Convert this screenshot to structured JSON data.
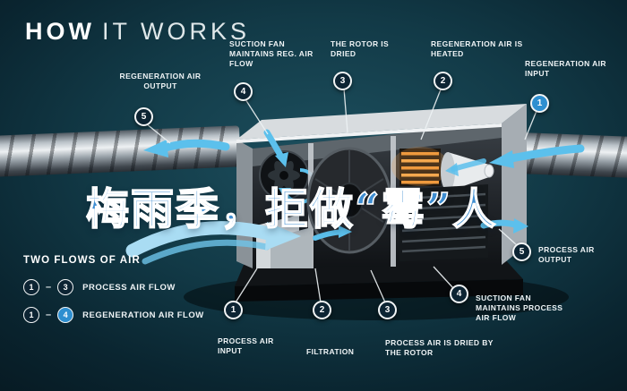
{
  "colors": {
    "background": "#0c2e39",
    "accent_cyan": "#5cc0ec",
    "circle_dark": "#0d2433",
    "circle_blue": "#2e8fd0",
    "heater_orange": "#ef9a3e",
    "watermark_blue": "#3f8ed2"
  },
  "title": {
    "bold": "HOW",
    "rest": "IT WORKS"
  },
  "watermark": {
    "text": "梅雨季，拒做“霉”人"
  },
  "callouts": {
    "reg5": {
      "num": "5",
      "label": "REGENERATION AIR OUTPUT"
    },
    "reg4": {
      "num": "4",
      "label": "SUCTION FAN MAINTAINS REG. AIR FLOW"
    },
    "reg3": {
      "num": "3",
      "label": "THE ROTOR IS DRIED"
    },
    "reg2": {
      "num": "2",
      "label": "REGENERATION AIR IS HEATED"
    },
    "reg1": {
      "num": "1",
      "label": "REGENERATION AIR INPUT"
    },
    "proc1": {
      "num": "1",
      "label": "PROCESS AIR INPUT"
    },
    "proc2": {
      "num": "2",
      "label": "FILTRATION"
    },
    "proc3": {
      "num": "3",
      "label": "PROCESS AIR IS DRIED BY THE ROTOR"
    },
    "proc4": {
      "num": "4",
      "label": "SUCTION FAN MAINTAINS PROCESS AIR FLOW"
    },
    "proc5": {
      "num": "5",
      "label": "PROCESS AIR OUTPUT"
    }
  },
  "legend": {
    "title": "TWO FLOWS OF AIR",
    "separator": "–",
    "rows": [
      {
        "from": "1",
        "to": "3",
        "label": "PROCESS AIR FLOW"
      },
      {
        "from": "1",
        "to": "4",
        "label": "REGENERATION AIR FLOW"
      }
    ]
  }
}
